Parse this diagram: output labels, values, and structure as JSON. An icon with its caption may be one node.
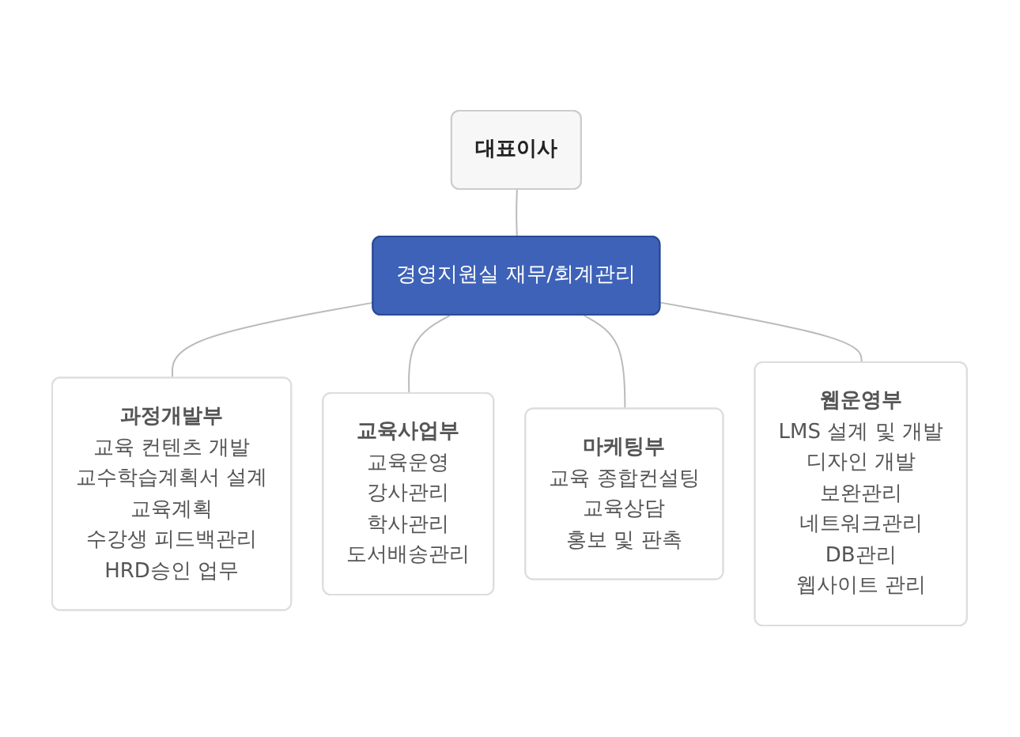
{
  "diagram": {
    "nodes": [
      {
        "text": [
          "대표이사"
        ]
      },
      {
        "text": [
          "경영지원실 재무/회계관리"
        ]
      },
      {
        "text": [
          "과정개발부",
          "교육 컨텐츠 개발",
          "교수학습계획서 설계",
          "교육계획",
          "수강생 피드백관리",
          "HRD승인 업무"
        ]
      },
      {
        "text": [
          "교육사업부",
          "교육운영",
          "강사관리",
          "학사관리",
          "도서배송관리"
        ]
      },
      {
        "text": [
          "마케팅부",
          "교육 종합컨설팅",
          "교육상담",
          "홍보 및 판촉"
        ]
      },
      {
        "text": [
          "웹운영부",
          "LMS 설계 및 개발",
          "디자인 개발",
          "보완관리",
          "네트워크관리",
          "DB관리",
          "웹사이트 관리"
        ]
      }
    ],
    "edges": [
      {
        "from": 0,
        "to": 1,
        "arrow": "none"
      },
      {
        "from": 1,
        "to": 2,
        "arrow": "none"
      },
      {
        "from": 1,
        "to": 3,
        "arrow": "none"
      },
      {
        "from": 1,
        "to": 4,
        "arrow": "none"
      },
      {
        "from": 1,
        "to": 5,
        "arrow": "none"
      }
    ]
  }
}
